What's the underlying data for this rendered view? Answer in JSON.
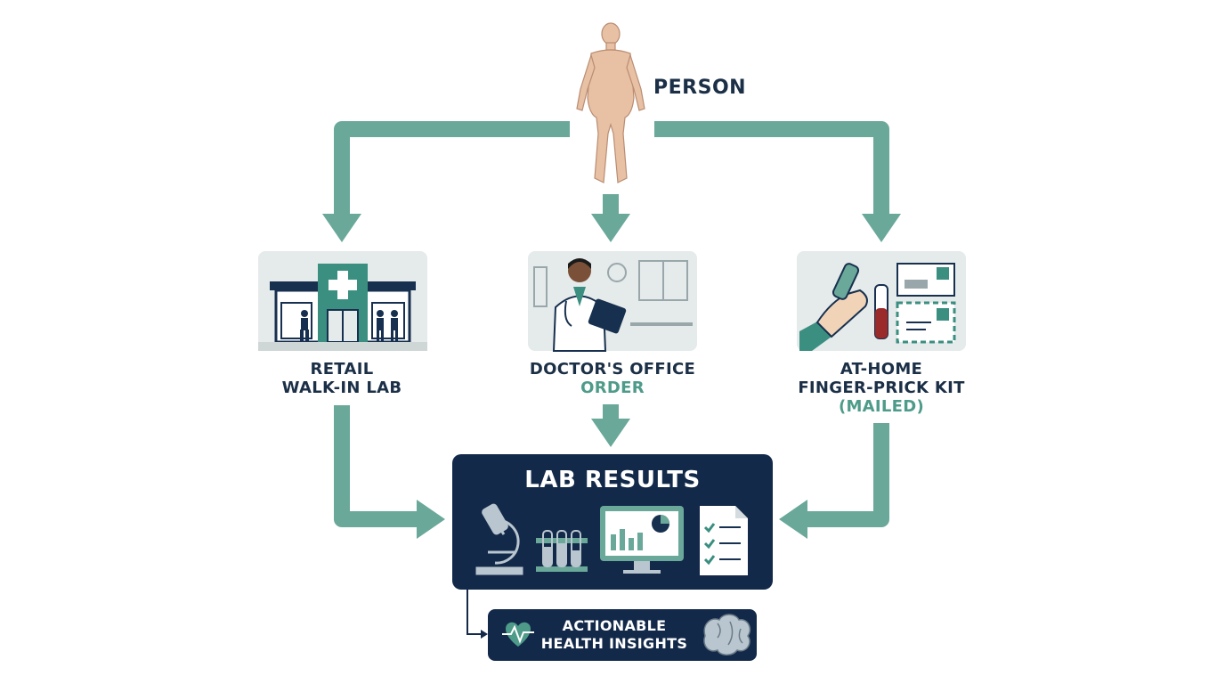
{
  "person": {
    "label": "PERSON",
    "icon": "person-figure-icon"
  },
  "paths": [
    {
      "id": "retail",
      "line1": "RETAIL",
      "line2": "WALK-IN LAB",
      "icon": "clinic-building-icon"
    },
    {
      "id": "doctor",
      "line1": "DOCTOR'S OFFICE",
      "line2": "ORDER",
      "icon": "doctor-tablet-icon"
    },
    {
      "id": "home",
      "line1": "AT-HOME",
      "line2": "FINGER-PRICK KIT",
      "line3": "(MAILED)",
      "icon": "finger-prick-kit-icon"
    }
  ],
  "results": {
    "title": "LAB RESULTS",
    "icons": [
      "microscope-icon",
      "test-tubes-icon",
      "monitor-chart-icon",
      "checklist-icon"
    ]
  },
  "insights": {
    "line1": "ACTIONABLE",
    "line2": "HEALTH INSIGHTS",
    "icons": [
      "heart-pulse-icon",
      "brain-icon"
    ]
  },
  "colors": {
    "teal": "#6aa89a",
    "navy": "#13294a",
    "text": "#1b2f47",
    "accent": "#4e9b8a"
  }
}
